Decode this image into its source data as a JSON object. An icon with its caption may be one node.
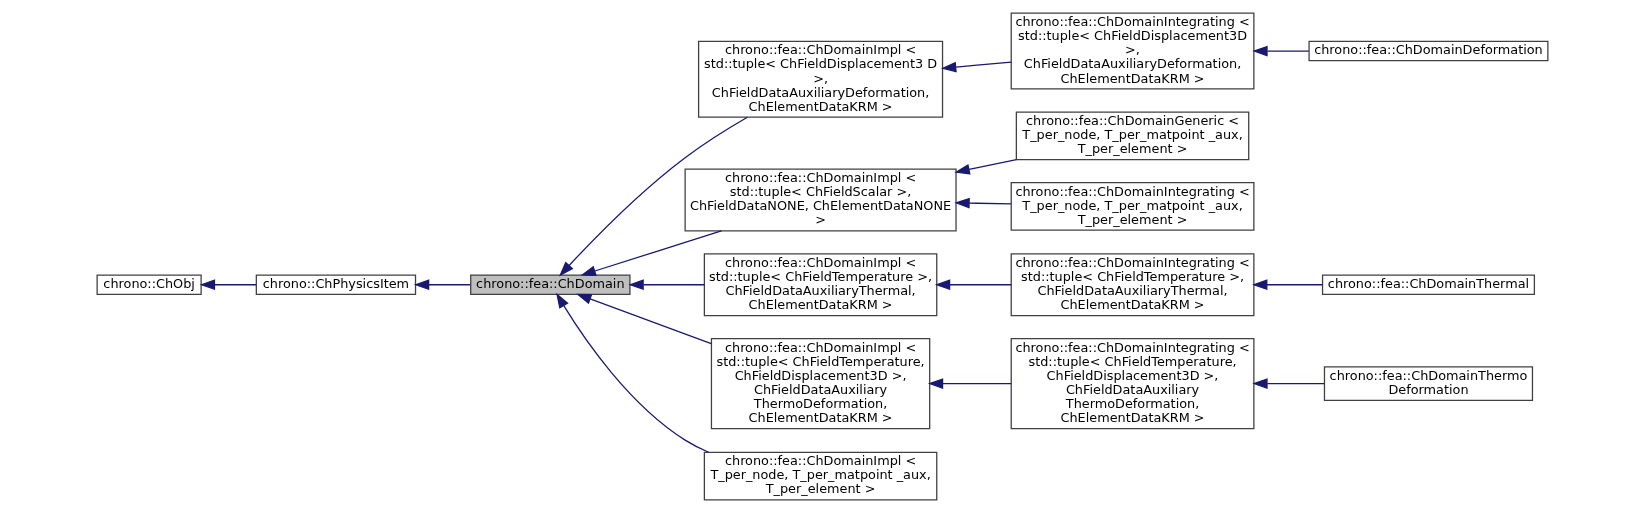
{
  "diagram": {
    "nodes": [
      {
        "text": [
          "chrono::ChObj"
        ]
      },
      {
        "text": [
          "chrono::ChPhysicsItem"
        ]
      },
      {
        "text": [
          "chrono::fea::ChDomain"
        ]
      },
      {
        "text": [
          "chrono::fea::ChDomainImpl < std::tuple< ChFieldDisplacement3 D >, ChFieldDataAuxiliaryDeformation, ChElementDataKRM >"
        ]
      },
      {
        "text": [
          "chrono::fea::ChDomainImpl < std::tuple< ChFieldScalar >, ChFieldDataNONE, ChElementDataNONE >"
        ]
      },
      {
        "text": [
          "chrono::fea::ChDomainImpl < std::tuple< ChFieldTemperature >, ChFieldDataAuxiliaryThermal, ChElementDataKRM >"
        ]
      },
      {
        "text": [
          "chrono::fea::ChDomainImpl < std::tuple< ChFieldTemperature, ChFieldDisplacement3D >, ChFieldDataAuxiliary ThermoDeformation, ChElementDataKRM >"
        ]
      },
      {
        "text": [
          "chrono::fea::ChDomainImpl < T_per_node, T_per_matpoint _aux, T_per_element >"
        ]
      },
      {
        "text": [
          "chrono::fea::ChDomainIntegrating < std::tuple< ChFieldDisplacement3D >, ChFieldDataAuxiliaryDeformation, ChElementDataKRM >"
        ]
      },
      {
        "text": [
          "chrono::fea::ChDomainGeneric < T_per_node, T_per_matpoint _aux, T_per_element >"
        ]
      },
      {
        "text": [
          "chrono::fea::ChDomainIntegrating < T_per_node, T_per_matpoint _aux, T_per_element >"
        ]
      },
      {
        "text": [
          "chrono::fea::ChDomainIntegrating < std::tuple< ChFieldTemperature >, ChFieldDataAuxiliaryThermal, ChElementDataKRM >"
        ]
      },
      {
        "text": [
          "chrono::fea::ChDomainIntegrating < std::tuple< ChFieldTemperature, ChFieldDisplacement3D >, ChFieldDataAuxiliary ThermoDeformation, ChElementDataKRM >"
        ]
      },
      {
        "text": [
          "chrono::fea::ChDomainDeformation"
        ]
      },
      {
        "text": [
          "chrono::fea::ChDomainThermal"
        ]
      },
      {
        "text": [
          "chrono::fea::ChDomainThermo Deformation"
        ]
      }
    ],
    "edges": [
      {
        "from": 1,
        "to": 0,
        "arrow": "to"
      },
      {
        "from": 2,
        "to": 1,
        "arrow": "to"
      },
      {
        "from": 3,
        "to": 2,
        "arrow": "to"
      },
      {
        "from": 4,
        "to": 2,
        "arrow": "to"
      },
      {
        "from": 5,
        "to": 2,
        "arrow": "to"
      },
      {
        "from": 6,
        "to": 2,
        "arrow": "to"
      },
      {
        "from": 7,
        "to": 2,
        "arrow": "to"
      },
      {
        "from": 8,
        "to": 3,
        "arrow": "to"
      },
      {
        "from": 9,
        "to": 4,
        "arrow": "to"
      },
      {
        "from": 10,
        "to": 4,
        "arrow": "to"
      },
      {
        "from": 11,
        "to": 5,
        "arrow": "to"
      },
      {
        "from": 12,
        "to": 6,
        "arrow": "to"
      },
      {
        "from": 13,
        "to": 8,
        "arrow": "to"
      },
      {
        "from": 14,
        "to": 11,
        "arrow": "to"
      },
      {
        "from": 15,
        "to": 12,
        "arrow": "to"
      }
    ]
  }
}
